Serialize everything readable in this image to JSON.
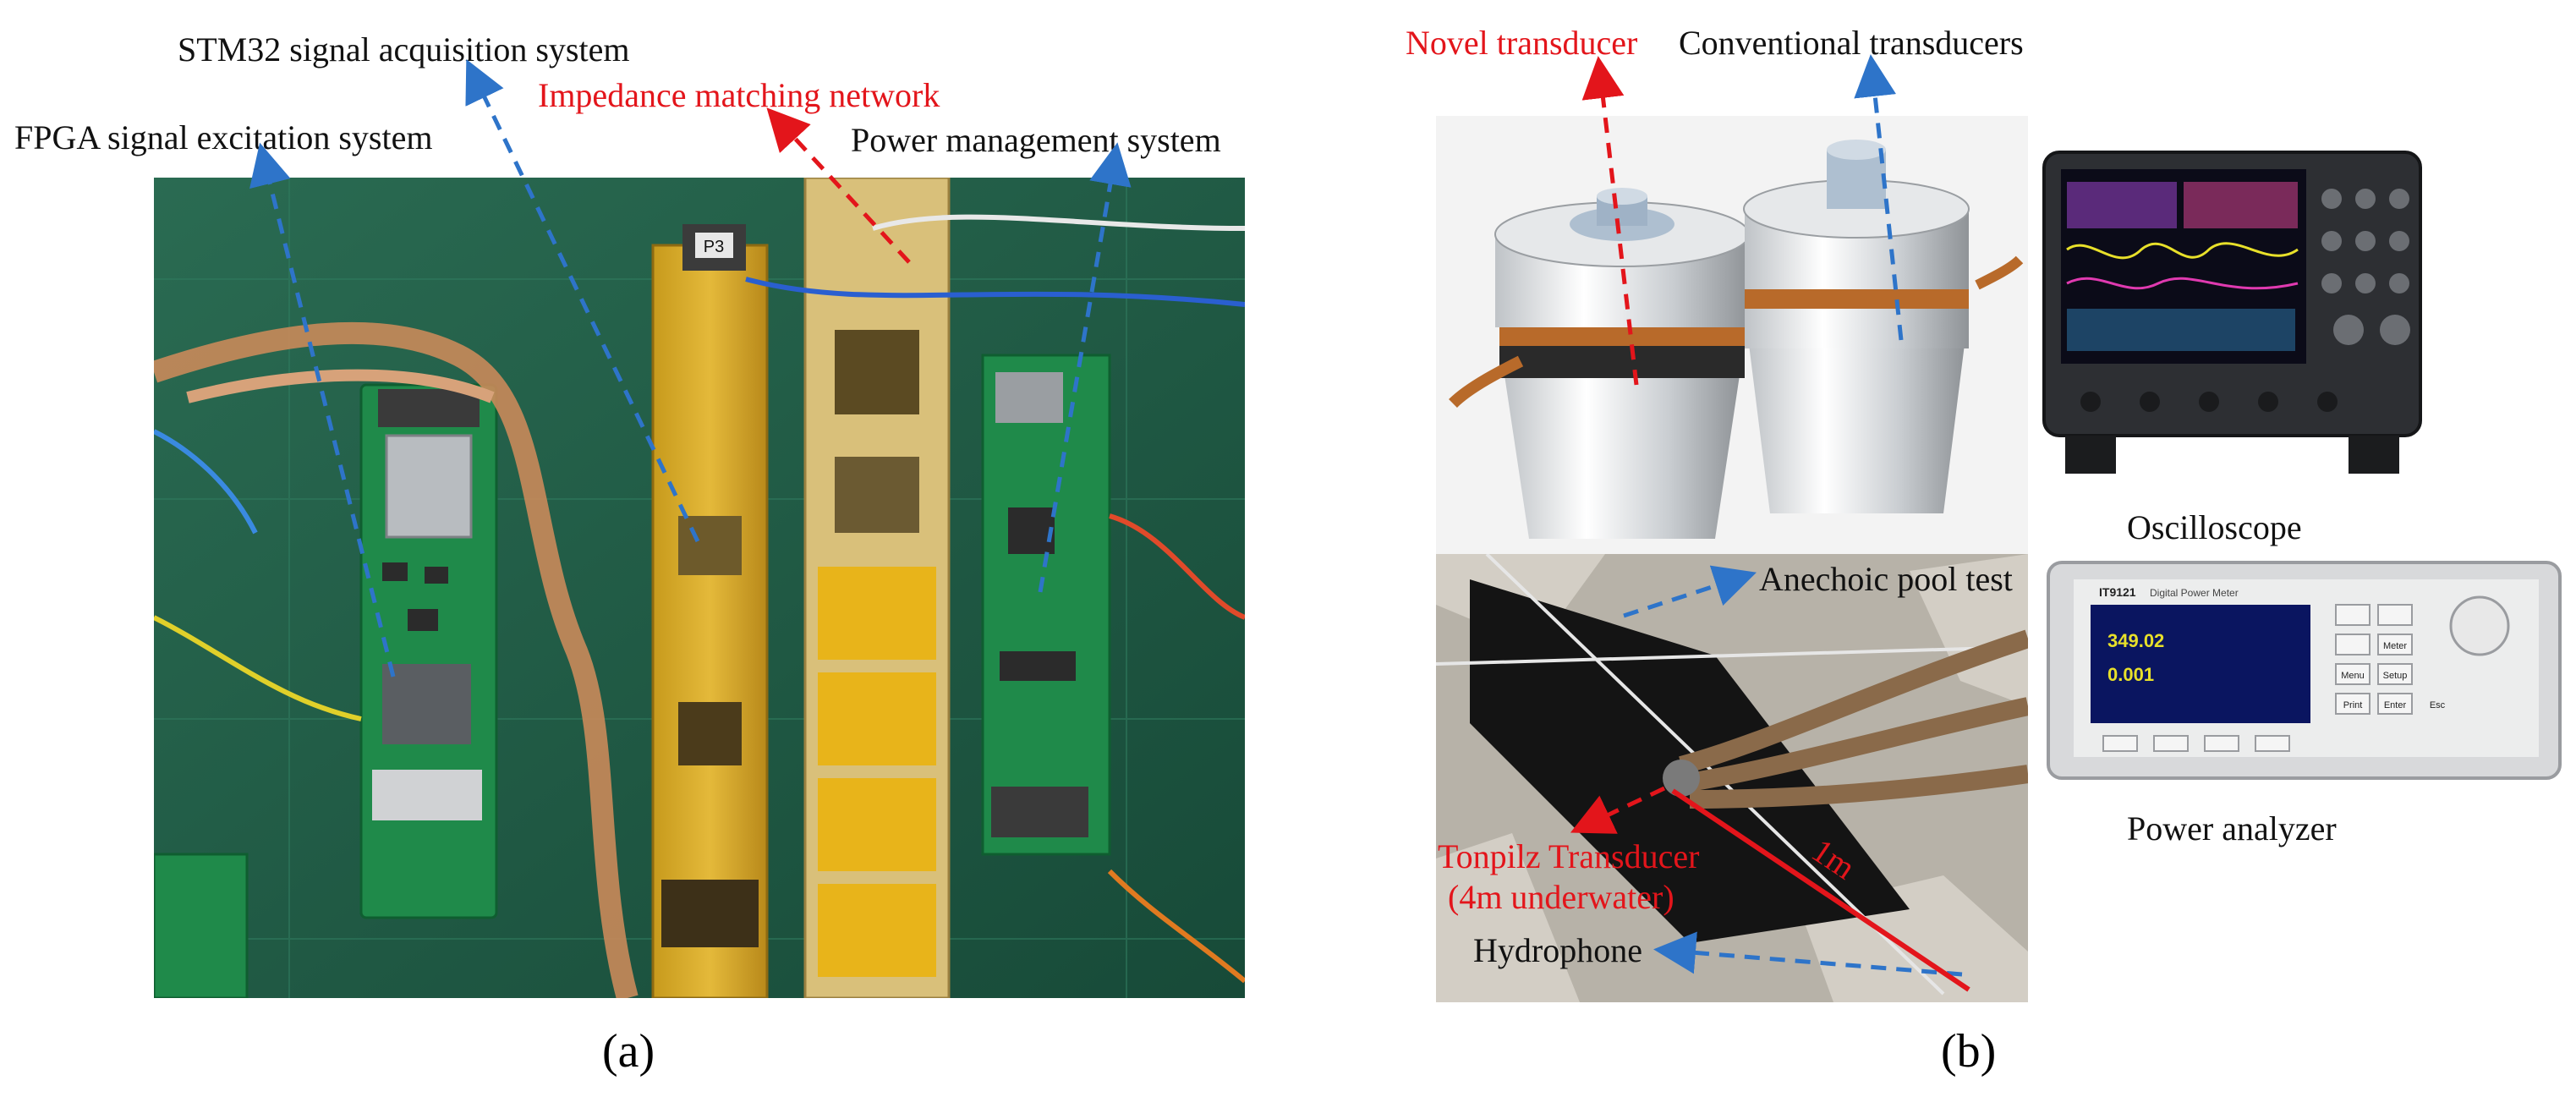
{
  "panel_a": {
    "labels": {
      "stm32": "STM32 signal acquisition system",
      "impedance": "Impedance matching network",
      "fpga": "FPGA signal excitation system",
      "power_mgmt": "Power management system"
    },
    "board_texts": {
      "connector_tag": "P3"
    },
    "caption": "(a)"
  },
  "panel_b": {
    "labels": {
      "novel": "Novel transducer",
      "conventional": "Conventional transducers",
      "anechoic": "Anechoic pool test",
      "tonpilz_1": "Tonpilz Transducer",
      "tonpilz_2": "(4m underwater)",
      "distance": "1m",
      "hydrophone": "Hydrophone",
      "oscilloscope": "Oscilloscope",
      "power_analyzer": "Power analyzer"
    },
    "instrument_texts": {
      "analyzer_model": "IT9121",
      "analyzer_title": "Digital Power Meter",
      "reading_1": "349.02",
      "reading_2": "0.001",
      "btn_menu": "Menu",
      "btn_enter": "Enter",
      "btn_print": "Print",
      "btn_esc": "Esc",
      "btn_meter": "Meter",
      "btn_setup": "Setup"
    },
    "caption": "(b)"
  },
  "colors": {
    "arrow_blue": "#2e74c9",
    "arrow_red": "#e3151b",
    "label_red": "#e3151b",
    "board_green": "#1f8a4a",
    "mat_green": "#1d5a44"
  }
}
